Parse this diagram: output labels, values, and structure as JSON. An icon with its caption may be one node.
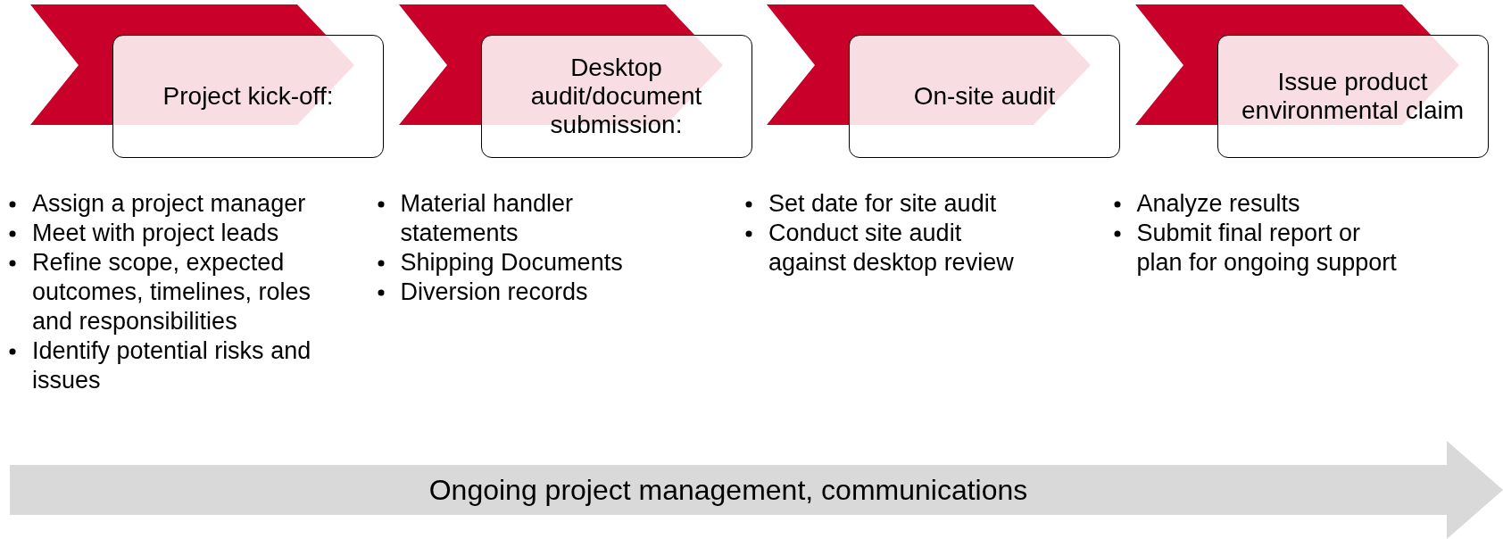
{
  "diagram": {
    "nodes": [
      {
        "text": [
          "Project kick-off:"
        ],
        "beside": [
          "Assign a project manager",
          "Meet with project leads",
          "Refine scope, expected outcomes, timelines, roles and responsibilities",
          "Identify potential risks and issues"
        ]
      },
      {
        "text": [
          "Desktop audit/document submission:"
        ],
        "beside": [
          "Material handler statements",
          "Shipping Documents",
          "Diversion records"
        ]
      },
      {
        "text": [
          "On-site audit"
        ],
        "beside": [
          "Set date for site audit",
          "Conduct site audit against desktop review"
        ]
      },
      {
        "text": [
          "Issue product environmental claim"
        ],
        "beside": [
          "Analyze results",
          "Submit final report or plan for ongoing support"
        ]
      },
      {
        "text": [
          "Ongoing project management, communications"
        ]
      }
    ]
  }
}
